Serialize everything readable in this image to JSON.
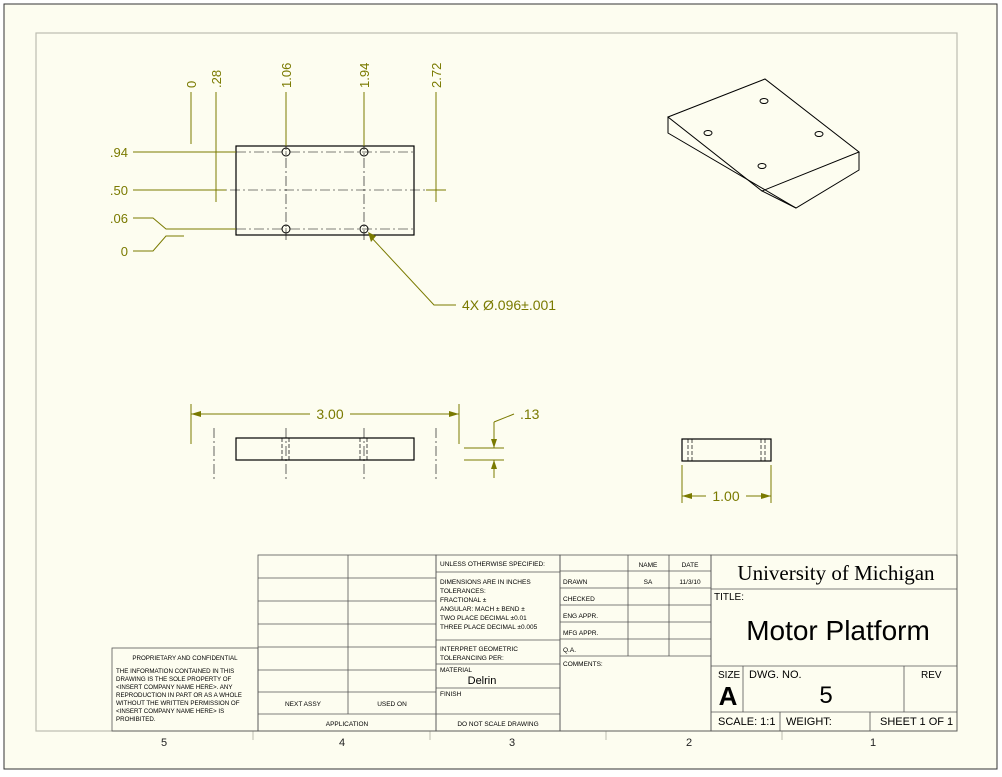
{
  "top_view": {
    "x_ordinates": [
      "0",
      ".28",
      "1.06",
      "1.94",
      "2.72"
    ],
    "y_ordinates": [
      ".94",
      ".50",
      ".06",
      "0"
    ],
    "hole_callout": "4X Ø.096±.001"
  },
  "front_view": {
    "length_dim": "3.00",
    "thickness_dim": ".13"
  },
  "side_view": {
    "width_dim": "1.00"
  },
  "zones": [
    "5",
    "4",
    "3",
    "2",
    "1"
  ],
  "title_block": {
    "proprietary_heading": "PROPRIETARY AND CONFIDENTIAL",
    "proprietary_text": [
      "THE INFORMATION CONTAINED IN THIS",
      "DRAWING IS THE SOLE PROPERTY OF",
      "<INSERT COMPANY NAME HERE>. ANY",
      "REPRODUCTION IN PART OR AS A WHOLE",
      "WITHOUT THE WRITTEN PERMISSION OF",
      "<INSERT COMPANY NAME HERE> IS",
      "PROHIBITED."
    ],
    "next_assy": "NEXT ASSY",
    "used_on": "USED ON",
    "application": "APPLICATION",
    "unless": "UNLESS OTHERWISE SPECIFIED:",
    "tolerance_lines": [
      "DIMENSIONS ARE IN INCHES",
      "TOLERANCES:",
      "FRACTIONAL ±",
      "ANGULAR: MACH ±    BEND ±",
      "TWO PLACE DECIMAL    ±0.01",
      "THREE PLACE DECIMAL   ±0.005"
    ],
    "interpret": [
      "INTERPRET GEOMETRIC",
      "TOLERANCING PER:"
    ],
    "material_label": "MATERIAL",
    "material_value": "Delrin",
    "finish_label": "FINISH",
    "do_not_scale": "DO NOT SCALE DRAWING",
    "name_header": "NAME",
    "date_header": "DATE",
    "rows": [
      "DRAWN",
      "CHECKED",
      "ENG APPR.",
      "MFG APPR.",
      "Q.A."
    ],
    "drawn_name": "SA",
    "drawn_date": "11/3/10",
    "comments": "COMMENTS:",
    "company": "University of Michigan",
    "title_label": "TITLE:",
    "title": "Motor Platform",
    "size_label": "SIZE",
    "size_value": "A",
    "dwg_no_label": "DWG.  NO.",
    "dwg_no_value": "5",
    "rev_label": "REV",
    "scale": "SCALE: 1:1",
    "weight": "WEIGHT:",
    "sheet": "SHEET 1 OF 1"
  }
}
